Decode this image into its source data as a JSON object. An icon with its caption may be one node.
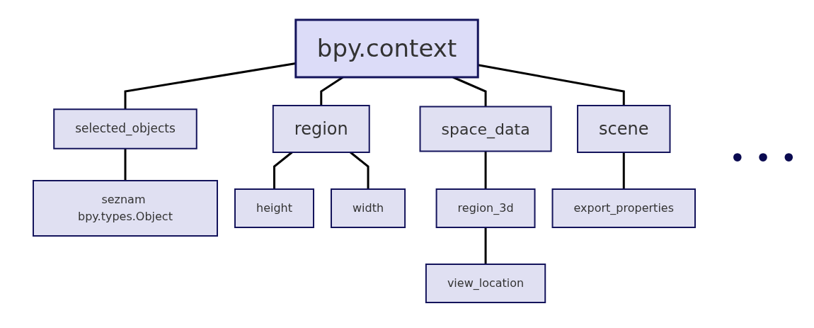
{
  "diagram": {
    "nodes": [
      {
        "text": [
          "bpy.context"
        ]
      },
      {
        "text": [
          "selected_objects"
        ]
      },
      {
        "text": [
          "region"
        ]
      },
      {
        "text": [
          "space_data"
        ]
      },
      {
        "text": [
          "scene"
        ]
      },
      {
        "text": [
          "seznam bpy.types.Object"
        ]
      },
      {
        "text": [
          "height"
        ]
      },
      {
        "text": [
          "width"
        ]
      },
      {
        "text": [
          "region_3d"
        ]
      },
      {
        "text": [
          "view_location"
        ]
      },
      {
        "text": [
          "export_properties"
        ]
      }
    ],
    "edges": [
      {
        "from": 0,
        "to": 1,
        "arrow": "none"
      },
      {
        "from": 0,
        "to": 2,
        "arrow": "none"
      },
      {
        "from": 0,
        "to": 3,
        "arrow": "none"
      },
      {
        "from": 0,
        "to": 4,
        "arrow": "none"
      },
      {
        "from": 1,
        "to": 5,
        "arrow": "none"
      },
      {
        "from": 2,
        "to": 6,
        "arrow": "none"
      },
      {
        "from": 2,
        "to": 7,
        "arrow": "none"
      },
      {
        "from": 3,
        "to": 8,
        "arrow": "none"
      },
      {
        "from": 8,
        "to": 9,
        "arrow": "none"
      },
      {
        "from": 4,
        "to": 10,
        "arrow": "none"
      }
    ],
    "labels": [
      "• • •"
    ]
  }
}
